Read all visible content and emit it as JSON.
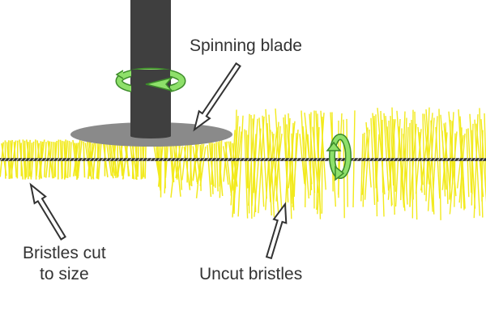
{
  "labels": {
    "spinning_blade": "Spinning blade",
    "uncut_bristles": "Uncut bristles",
    "bristles_cut_line1": "Bristles cut",
    "bristles_cut_line2": "to size"
  },
  "colors": {
    "bristle": "#f2ea1c",
    "bristle_stroke": "#e6da00",
    "shaft": "#3f3f3f",
    "blade": "#8a8a8a",
    "wire": "#2a2a2a",
    "rotation_arrow": "#8ee06a",
    "rotation_arrow_stroke": "#3c8a2a",
    "pointer_arrow_fill": "#ffffff",
    "pointer_arrow_stroke": "#333333"
  },
  "icons": {
    "shaft_rotation": "rotation-arrow-icon",
    "wire_rotation": "rotation-arrow-icon"
  }
}
